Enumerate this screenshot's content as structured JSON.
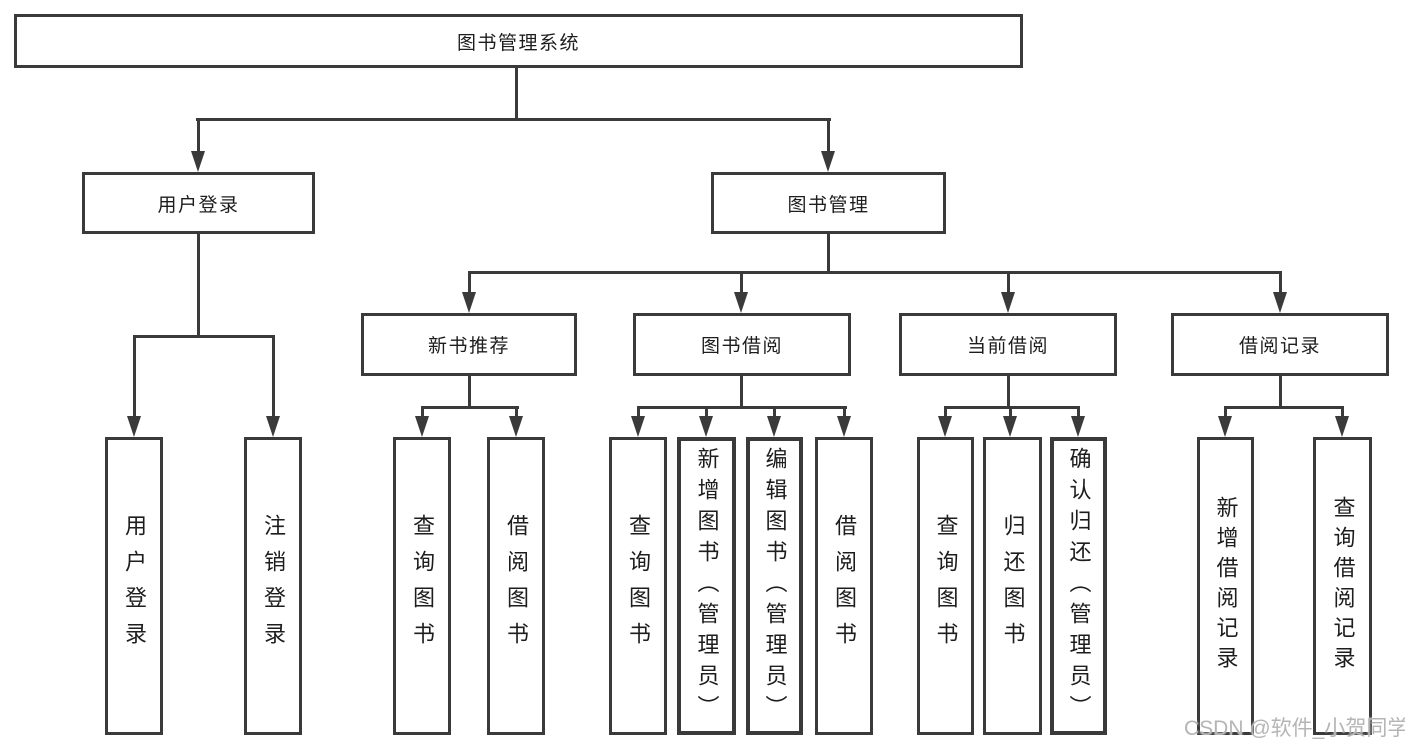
{
  "diagram": {
    "root": {
      "label": "图书管理系统"
    },
    "level2": [
      {
        "label": "用户登录"
      },
      {
        "label": "图书管理"
      }
    ],
    "level3": [
      {
        "label": "新书推荐"
      },
      {
        "label": "图书借阅"
      },
      {
        "label": "当前借阅"
      },
      {
        "label": "借阅记录"
      }
    ],
    "leaves": [
      {
        "label": "用户登录"
      },
      {
        "label": "注销登录"
      },
      {
        "label": "查询图书"
      },
      {
        "label": "借阅图书"
      },
      {
        "label": "查询图书"
      },
      {
        "label": "新增图书（管理员）"
      },
      {
        "label": "编辑图书（管理员）"
      },
      {
        "label": "借阅图书"
      },
      {
        "label": "查询图书"
      },
      {
        "label": "归还图书"
      },
      {
        "label": "确认归还（管理员）"
      },
      {
        "label": "新增借阅记录"
      },
      {
        "label": "查询借阅记录"
      }
    ],
    "watermark": "CSDN @软件_小贺同学",
    "colors": {
      "line": "#3a3a3a",
      "text": "#1d1d1d",
      "watermark": "#b5b5b5",
      "background": "#ffffff"
    }
  }
}
